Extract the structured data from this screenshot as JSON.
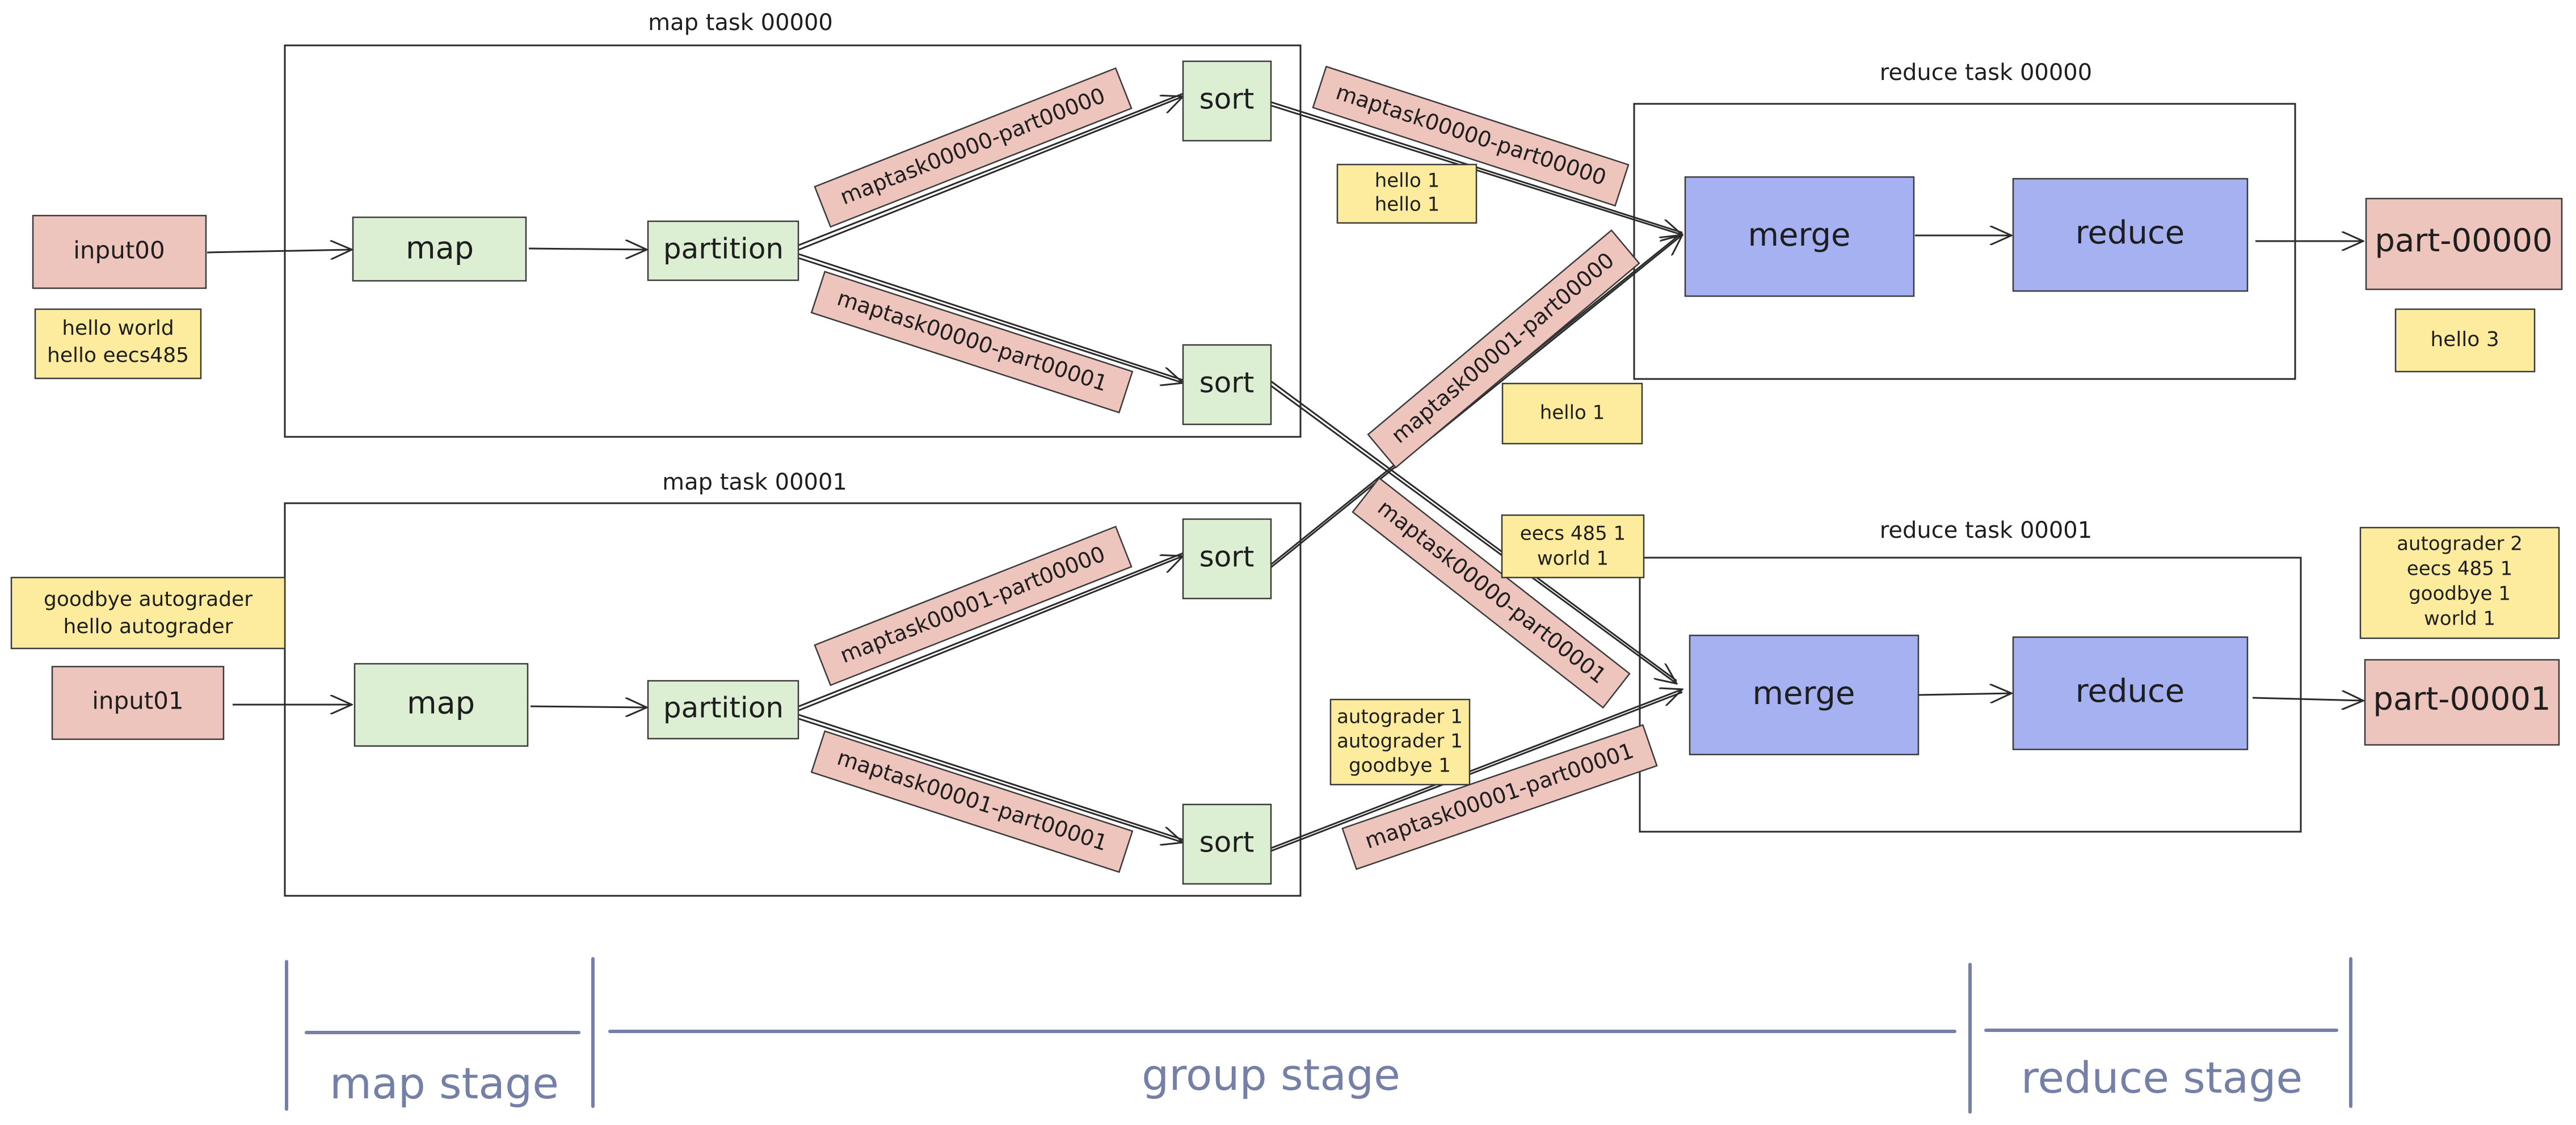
{
  "map_task_titles": [
    "map task 00000",
    "map task 00001"
  ],
  "reduce_task_titles": [
    "reduce task 00000",
    "reduce task 00001"
  ],
  "inputs": [
    "input00",
    "input01"
  ],
  "input_contents": [
    [
      "hello world",
      "hello eecs485"
    ],
    [
      "goodbye autograder",
      "hello autograder"
    ]
  ],
  "map_label": "map",
  "partition_label": "partition",
  "sort_label": "sort",
  "merge_label": "merge",
  "reduce_label": "reduce",
  "partition_files": [
    "maptask00000-part00000",
    "maptask00000-part00001",
    "maptask00001-part00000",
    "maptask00001-part00001"
  ],
  "cross_files": [
    "maptask00000-part00000",
    "maptask00001-part00000",
    "maptask00000-part00001",
    "maptask00001-part00001"
  ],
  "sorted_contents": [
    [
      "hello 1",
      "hello 1"
    ],
    [
      "hello 1"
    ],
    [
      "eecs 485 1",
      "world 1"
    ],
    [
      "autograder 1",
      "autograder 1",
      "goodbye 1"
    ]
  ],
  "outputs": [
    "part-00000",
    "part-00001"
  ],
  "output_contents": [
    [
      "hello 3"
    ],
    [
      "autograder 2",
      "eecs 485 1",
      "goodbye 1",
      "world 1"
    ]
  ],
  "stages": [
    "map stage",
    "group stage",
    "reduce stage"
  ],
  "colors": {
    "file_red": "#eec5bd",
    "note_yellow": "#fdec9e",
    "process_green": "#dcefd2",
    "reduce_blue": "#a5b1f0",
    "stage_slate": "#7480a8"
  }
}
